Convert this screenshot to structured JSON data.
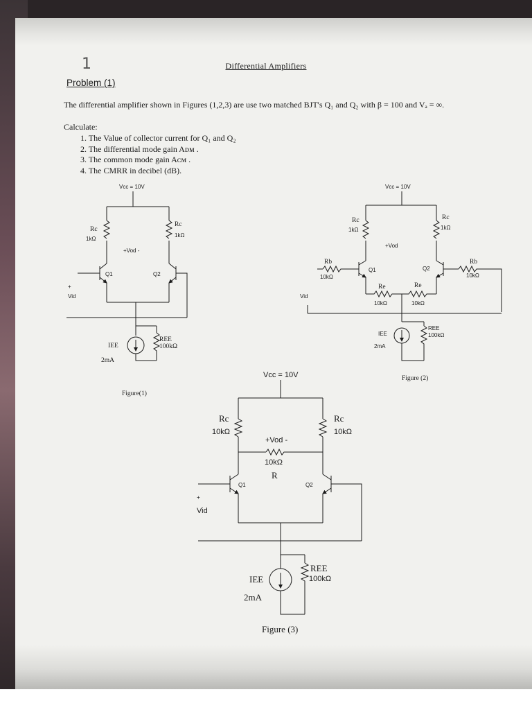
{
  "page_number": "1",
  "title": "Differential Amplifiers",
  "problem_heading": "Problem (1)",
  "intro": "The differential amplifier shown in Figures (1,2,3) are use two matched BJT's Q₁ and Q₂ with β = 100 and Vₐ = ∞.",
  "calculate_label": "Calculate:",
  "tasks": [
    "1. The Value of collector current for Q₁ and Q₂",
    "2. The differential mode gain Aᴅᴍ .",
    "3. The common mode gain Aᴄᴍ .",
    "4. The CMRR in decibel (dB)."
  ],
  "figure1": {
    "vcc": "Vcc = 10V",
    "rc_left": "Rc",
    "rc_left_val": "1kΩ",
    "rc_right": "Rc",
    "rc_right_val": "1kΩ",
    "vod": "+Vod -",
    "q1": "Q1",
    "q2": "Q2",
    "plus": "+",
    "vid": "Vid",
    "ree": "REE",
    "ree_val": "100kΩ",
    "iee": "IEE",
    "iee_val": "2mA",
    "caption": "Figure(1)"
  },
  "figure2": {
    "vcc": "Vcc = 10V",
    "rc_left": "Rc",
    "rc_left_val": "1kΩ",
    "rc_right": "Rc",
    "rc_right_val": "1kΩ",
    "vod": "+Vod",
    "rb_left": "Rb",
    "rb_left_val": "10kΩ",
    "rb_right": "Rb",
    "rb_right_val": "10kΩ",
    "q1": "Q1",
    "q2": "Q2",
    "re_left": "Re",
    "re_left_val": "10kΩ",
    "re_right": "Re",
    "re_right_val": "10kΩ",
    "vid": "Vid",
    "ree": "REE",
    "ree_val": "100kΩ",
    "iee": "IEE",
    "iee_val": "2mA",
    "caption": "Figure (2)"
  },
  "figure3": {
    "vcc": "Vcc = 10V",
    "rc_left": "Rc",
    "rc_left_val": "10kΩ",
    "rc_right": "Rc",
    "rc_right_val": "10kΩ",
    "vod": "+Vod -",
    "r_val": "10kΩ",
    "r": "R",
    "q1": "Q1",
    "q2": "Q2",
    "plus": "+",
    "vid": "Vid",
    "ree": "REE",
    "ree_val": "100kΩ",
    "iee": "IEE",
    "iee_val": "2mA",
    "caption": "Figure (3)"
  }
}
